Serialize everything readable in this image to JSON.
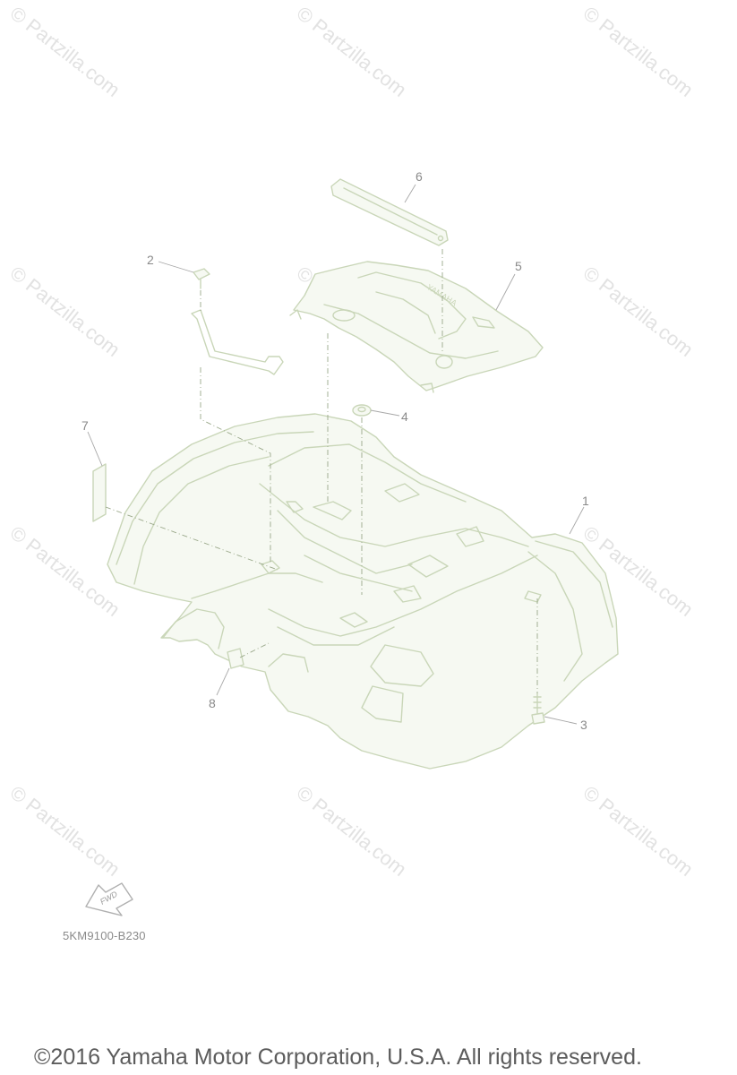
{
  "diagram": {
    "code": "5KM9100-B230",
    "fwd_label": "FWD",
    "callouts": [
      "1",
      "2",
      "3",
      "4",
      "5",
      "6",
      "7",
      "8"
    ],
    "brand_on_cover": "YAMAHA"
  },
  "watermark": {
    "text": "© Partzilla.com"
  },
  "footer": {
    "copyright": "©2016 Yamaha Motor Corporation, U.S.A. All rights reserved."
  },
  "colors": {
    "line_art": "#c9d6b8",
    "text": "#8a8a8a",
    "watermark": "#e2e2e2"
  }
}
